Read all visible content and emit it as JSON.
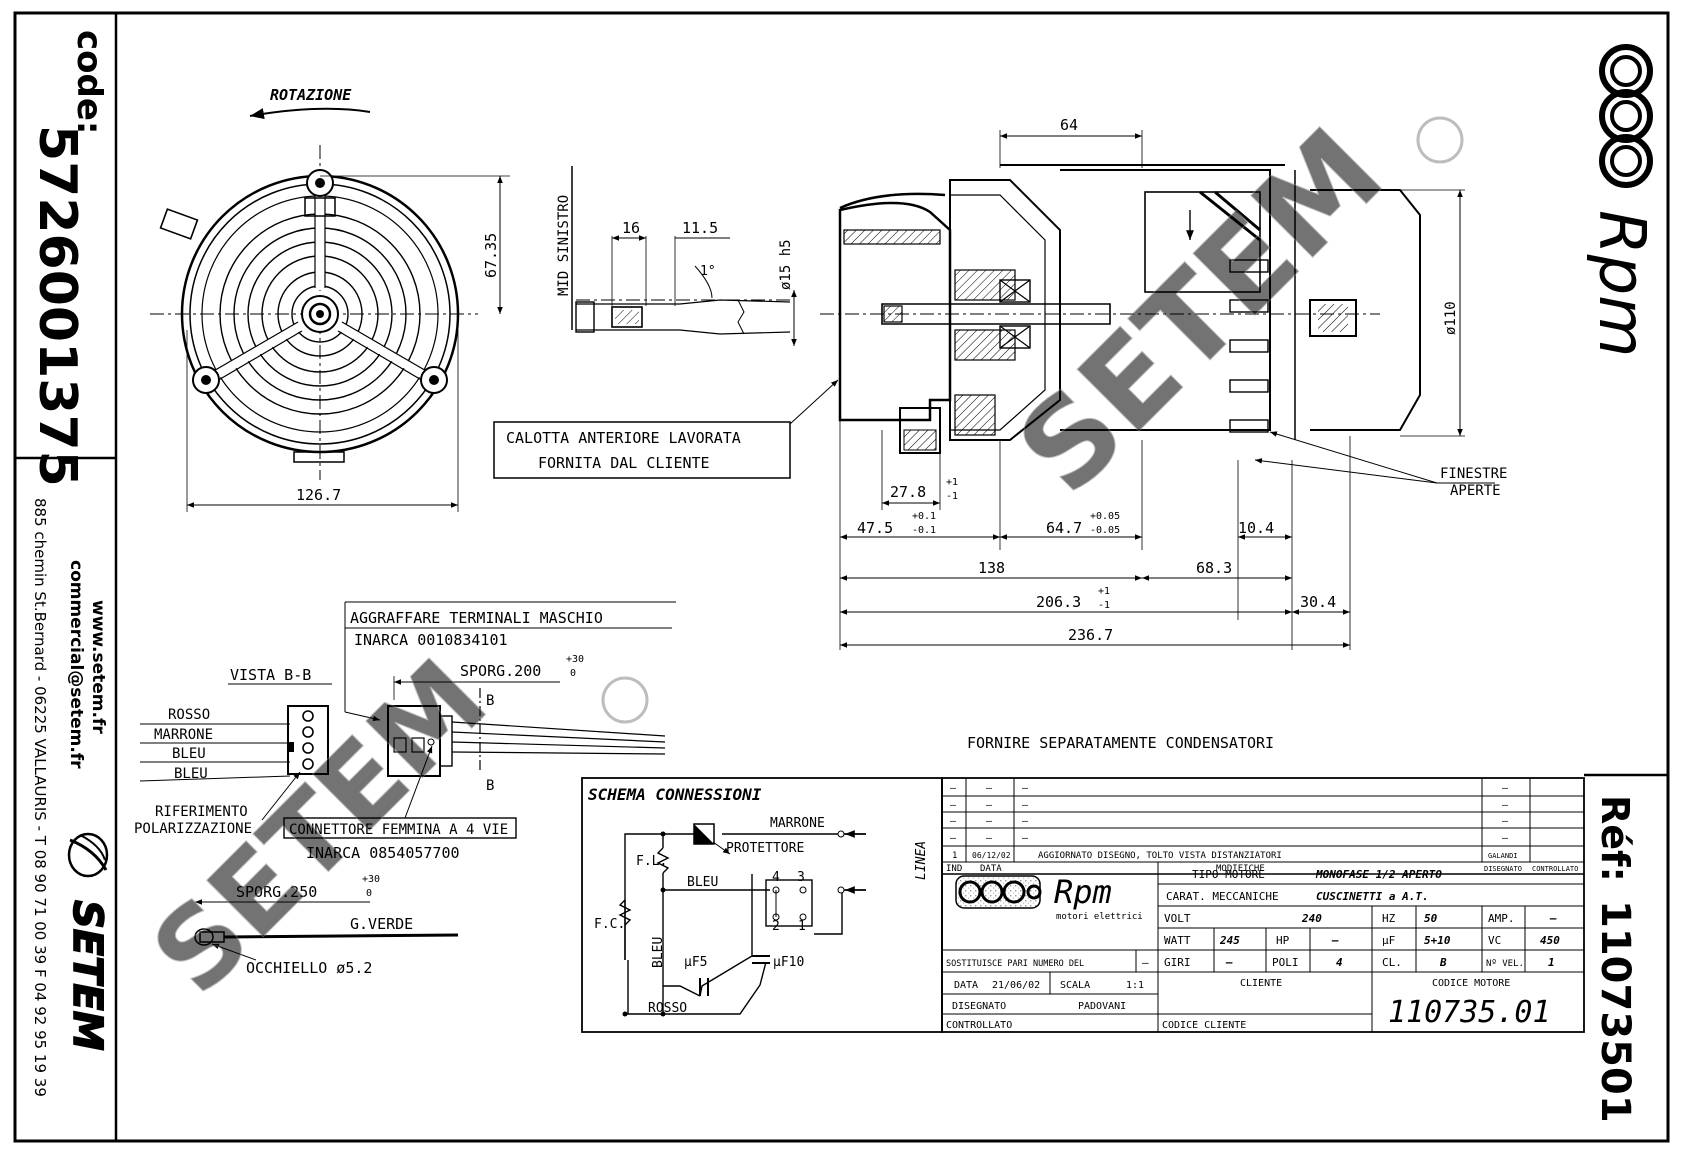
{
  "side_left": {
    "code_label": "code:",
    "code_number": "5726001375",
    "website": "www.setem.fr",
    "email": "commercial@setem.fr",
    "address": "885 chemin St.Bernard - 06225 VALLAURIS - T 08 90 71 00 39 F 04 92 95 19 39",
    "brand": "SETEM"
  },
  "side_right": {
    "ref_label": "Réf:",
    "ref_number": "11073501",
    "brand_rpm": "Rpm"
  },
  "front_view": {
    "rotation_label": "ROTAZIONE",
    "dim_height": "67.35",
    "dim_width": "126.7"
  },
  "shaft_detail": {
    "side_label": "MID SINISTRO",
    "dim_a": "16",
    "dim_b": "11.5",
    "dim_dia": "ø15 h5",
    "angle": "1°"
  },
  "side_view": {
    "dim_top": "64",
    "dim_dia": "ø110",
    "callout_front_cap": [
      "CALOTTA ANTERIORE LAVORATA",
      "FORNITA DAL CLIENTE"
    ],
    "callout_windows": [
      "FINESTRE",
      "APERTE"
    ],
    "dim_27_8": "27.8",
    "tol_27_8": [
      "+1",
      "-1"
    ],
    "dim_47_5": "47.5",
    "tol_47_5": [
      "+0.1",
      "-0.1"
    ],
    "dim_64_7": "64.7",
    "tol_64_7": [
      "+0.05",
      "-0.05"
    ],
    "dim_10_4": "10.4",
    "dim_138": "138",
    "dim_68_3": "68.3",
    "dim_206_3": "206.3",
    "tol_206_3": [
      "+1",
      "-1"
    ],
    "dim_30_4": "30.4",
    "dim_236_7": "236.7"
  },
  "connector": {
    "crimp_note": "AGGRAFFARE TERMINALI MASCHIO",
    "inarca_male": "INARCA 0010834101",
    "sporg_200": "SPORG.200",
    "sporg_200_tol": [
      "+30",
      "0"
    ],
    "vista": "VISTA B-B",
    "section_mark": "B",
    "wires": [
      "ROSSO",
      "MARRONE",
      "BLEU",
      "BLEU"
    ],
    "polar_ref": [
      "RIFERIMENTO",
      "POLARIZZAZIONE"
    ],
    "female_conn": "CONNETTORE FEMMINA A 4 VIE",
    "inarca_female": "INARCA 0854057700",
    "sporg_250": "SPORG.250",
    "sporg_250_tol": [
      "+30",
      "0"
    ],
    "green_wire": "G.VERDE",
    "eyelet": "OCCHIELLO ø5.2"
  },
  "capacitor_note": "FORNIRE SEPARATAMENTE CONDENSATORI",
  "schema": {
    "title": "SCHEMA CONNESSIONI",
    "marrone": "MARRONE",
    "protettore": "PROTETTORE",
    "fl": "F.L.",
    "fc": "F.C.",
    "bleu1": "BLEU",
    "bleu2": "BLEU",
    "rosso": "ROSSO",
    "linea": "LINEA",
    "uf5": "µF5",
    "uf10": "µF10",
    "term": [
      "4",
      "3",
      "2",
      "1"
    ]
  },
  "title_block": {
    "rev_rows": [
      {
        "n": "–",
        "d": "–",
        "t": "–",
        "s": "–",
        "c": "–"
      },
      {
        "n": "–",
        "d": "–",
        "t": "–",
        "s": "–",
        "c": "–"
      },
      {
        "n": "–",
        "d": "–",
        "t": "–",
        "s": "–",
        "c": "–"
      },
      {
        "n": "–",
        "d": "–",
        "t": "–",
        "s": "–",
        "c": "–"
      },
      {
        "n": "1",
        "d": "06/12/02",
        "t": "AGGIORNATO DISEGNO, TOLTO VISTA DISTANZIATORI",
        "s": "GALANDI",
        "c": ""
      }
    ],
    "hdr_ind": "IND",
    "hdr_data": "DATA",
    "hdr_modifiche": "MODIFICHE",
    "hdr_disegnato": "DISEGNATO",
    "hdr_controllato": "CONTROLLATO",
    "logo_rpm": "Rpm",
    "logo_sub": "motori elettrici",
    "tipo_label": "TIPO MOTORE",
    "tipo_value": "MONOFASE 1/2 APERTO",
    "carat_label": "CARAT. MECCANICHE",
    "carat_value": "CUSCINETTI a A.T.",
    "volt_l": "VOLT",
    "volt_v": "240",
    "hz_l": "HZ",
    "hz_v": "50",
    "amp_l": "AMP.",
    "amp_v": "–",
    "watt_l": "WATT",
    "watt_v": "245",
    "hp_l": "HP",
    "hp_v": "–",
    "uf_l": "µF",
    "uf_v": "5+10",
    "vc_l": "VC",
    "vc_v": "450",
    "giri_l": "GIRI",
    "giri_v": "–",
    "poli_l": "POLI",
    "poli_v": "4",
    "cl_l": "CL.",
    "cl_v": "B",
    "nvel_l": "Nº VEL.",
    "nvel_v": "1",
    "sostituisce_l": "SOSTITUISCE PARI NUMERO DEL",
    "sostituisce_v": "–",
    "data_l": "DATA",
    "data_v": "21/06/02",
    "scala_l": "SCALA",
    "scala_v": "1:1",
    "disegnato_l": "DISEGNATO",
    "disegnato_v": "PADOVANI",
    "controllato_l": "CONTROLLATO",
    "cliente_l": "CLIENTE",
    "codice_cliente_l": "CODICE CLIENTE",
    "codice_motore_l": "CODICE MOTORE",
    "codice_motore_v": "110735.01"
  },
  "watermark": "SETEM"
}
